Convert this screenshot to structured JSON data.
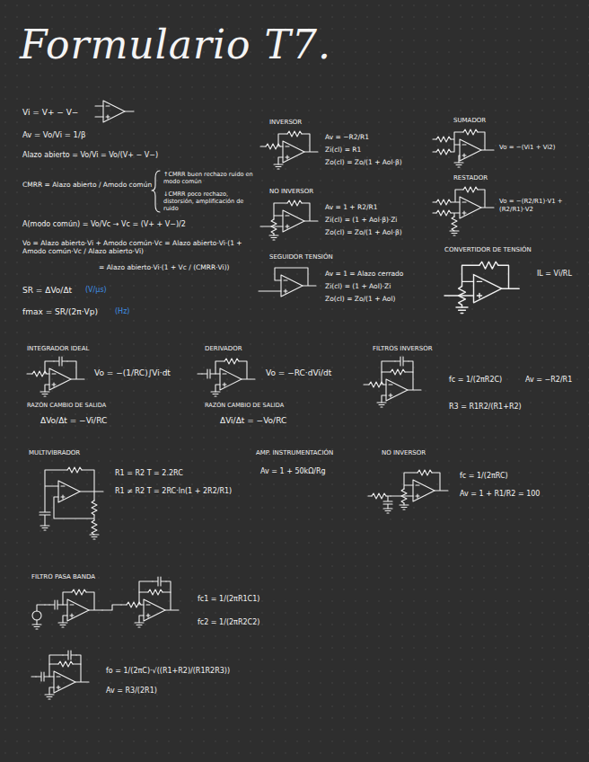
{
  "diagram": {
    "title": "Formulario T7.",
    "labels": [
      "Vi = V+ − V−",
      "Av = Vo/Vi = 1/β",
      "Alazo abierto = Vo/Vi = Vo/(V+ − V−)",
      "CMRR = Alazo abierto / Amodo común",
      "↑CMRR buen rechazo ruido en modo común",
      "↓CMRR poco rechazo, distorsión, amplificación de ruido",
      "A(modo común) = Vo/Vc → Vc = (V+ + V−)/2",
      "Vo = Alazo abierto·Vi + Amodo común·Vc = Alazo abierto·Vi·(1 + Amodo común·Vc / Alazo abierto·Vi)",
      "= Alazo abierto·Vi·(1 + Vc / (CMRR·Vi))",
      "SR = ΔVo/Δt",
      "(V/μs)",
      "fmax = SR/(2π·Vp)",
      "(Hz)",
      "INVERSOR",
      "Av = −R2/R1",
      "Zi(cl) = R1",
      "Zo(cl) = Zo/(1 + Aol·β)",
      "NO INVERSOR",
      "Av = 1 + R2/R1",
      "Zi(cl) = (1 + Aol·β)·Zi",
      "Zo(cl) = Zo/(1 + Aol·β)",
      "SEGUIDOR TENSIÓN",
      "Av = 1 = Alazo cerrado",
      "Zi(cl) = (1 + Aol)·Zi",
      "Zo(cl) = Zo/(1 + Aol)",
      "SUMADOR",
      "Vo = −(Vi1 + Vi2)",
      "RESTADOR",
      "Vo = −(R2/R1)·V1 + (R2/R1)·V2",
      "CONVERTIDOR DE TENSIÓN",
      "IL = Vi/RL",
      "INTEGRADOR IDEAL",
      "Vo = −(1/RC)∫Vi·dt",
      "RAZÓN CAMBIO DE SALIDA",
      "ΔVo/Δt = −Vi/RC",
      "DERIVADOR",
      "Vo = −RC·dVi/dt",
      "RAZÓN CAMBIO DE SALIDA",
      "ΔVi/Δt = −Vo/RC",
      "FILTROS INVERSOR",
      "fc = 1/(2πR2C)",
      "Av = −R2/R1",
      "R3 = R1R2/(R1+R2)",
      "MULTIVIBRADOR",
      "R1 = R2   T = 2.2RC",
      "R1 ≠ R2   T = 2RC·ln(1 + 2R2/R1)",
      "AMP. INSTRUMENTACIÓN",
      "Av = 1 + 50kΩ/Rg",
      "NO INVERSOR",
      "fc = 1/(2πRC)",
      "Av = 1 + R1/R2 = 100",
      "FILTRO PASA BANDA",
      "fc1 = 1/(2πR1C1)",
      "fc2 = 1/(2πR2C2)",
      "fo = 1/(2πC)·√((R1+R2)/(R1R2R3))",
      "Av = R3/(2R1)"
    ]
  }
}
